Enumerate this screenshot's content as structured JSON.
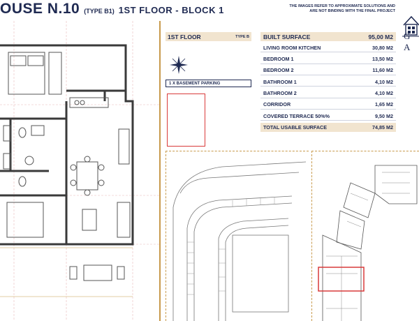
{
  "header": {
    "title": "OUSE N.10",
    "type": "(TYPE B1)",
    "subtitle": "1ST FLOOR - BLOCK 1"
  },
  "disclaimer": "THE IMAGES REFER TO APPROXIMATE SOLUTIONS AND ARE NOT BINDING WITH THE FINAL PROJECT",
  "logo": {
    "text": "G A",
    "icon": "house-logo-icon"
  },
  "floor_info": {
    "label": "1ST FLOOR",
    "type": "TYPE B",
    "parking": "1 X BASEMENT PARKING"
  },
  "surfaces": {
    "header": {
      "label": "BUILT SURFACE",
      "value": "95,00 M2"
    },
    "rows": [
      {
        "label": "LIVING ROOM KITCHEN",
        "value": "30,80 M2"
      },
      {
        "label": "BEDROOM 1",
        "value": "13,50 M2"
      },
      {
        "label": "BEDROOM 2",
        "value": "11,60 M2"
      },
      {
        "label": "BATHROOM 1",
        "value": "4,10 M2"
      },
      {
        "label": "BATHROOM 2",
        "value": "4,10 M2"
      },
      {
        "label": "CORRIDOR",
        "value": "1,65 M2"
      },
      {
        "label": "COVERED TERRACE 50%%",
        "value": "9,50 M2"
      }
    ],
    "total": {
      "label": "TOTAL USABLE SURFACE",
      "value": "74,85 M2"
    }
  },
  "colors": {
    "navy": "#1f2a52",
    "gold": "#c89a4c",
    "beige": "#f1e4cf",
    "highlight": "#d93a3a"
  }
}
